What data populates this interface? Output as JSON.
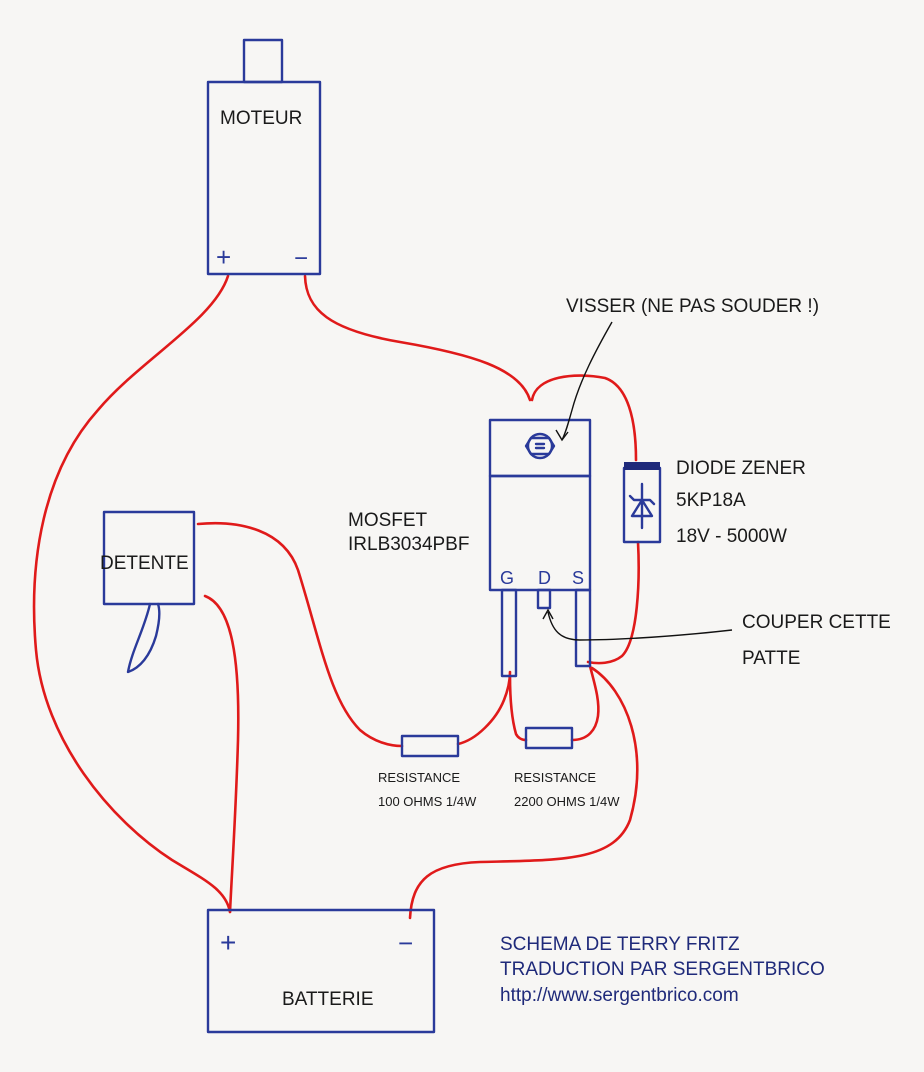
{
  "colors": {
    "paper": "#f7f6f4",
    "ink": "#2a3a9a",
    "wire": "#e01a1a",
    "text": "#1a1a1a"
  },
  "components": {
    "motor": {
      "label": "MOTEUR",
      "plus": "+",
      "minus": "−"
    },
    "trigger": {
      "label": "DETENTE"
    },
    "battery": {
      "label": "BATTERIE",
      "plus": "+",
      "minus": "−"
    },
    "mosfet": {
      "label": "MOSFET",
      "part": "IRLB3034PBF",
      "pins": [
        "G",
        "D",
        "S"
      ]
    },
    "zener": {
      "line1": "DIODE ZENER",
      "line2": "5KP18A",
      "line3": "18V - 5000W"
    },
    "resistor1": {
      "line1": "RESISTANCE",
      "line2": "100 OHMS 1/4W"
    },
    "resistor2": {
      "line1": "RESISTANCE",
      "line2": "2200 OHMS 1/4W"
    }
  },
  "notes": {
    "screw": "VISSER (NE PAS SOUDER !)",
    "cut_line1": "COUPER CETTE",
    "cut_line2": "PATTE"
  },
  "credits": {
    "line1": "SCHEMA DE TERRY FRITZ",
    "line2": "TRADUCTION PAR SERGENTBRICO",
    "line3": "http://www.sergentbrico.com"
  }
}
